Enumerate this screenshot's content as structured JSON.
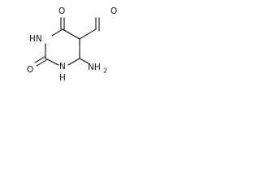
{
  "molecule": {
    "atoms": {
      "oxygen_top": "O",
      "nitrogen_1": "HN",
      "oxygen_left": "O",
      "nitrogen_3": "N",
      "nitrogen_3_h": "H",
      "amino": "NH",
      "amino_sub": "2",
      "aldehyde_oxygen": "O"
    }
  }
}
